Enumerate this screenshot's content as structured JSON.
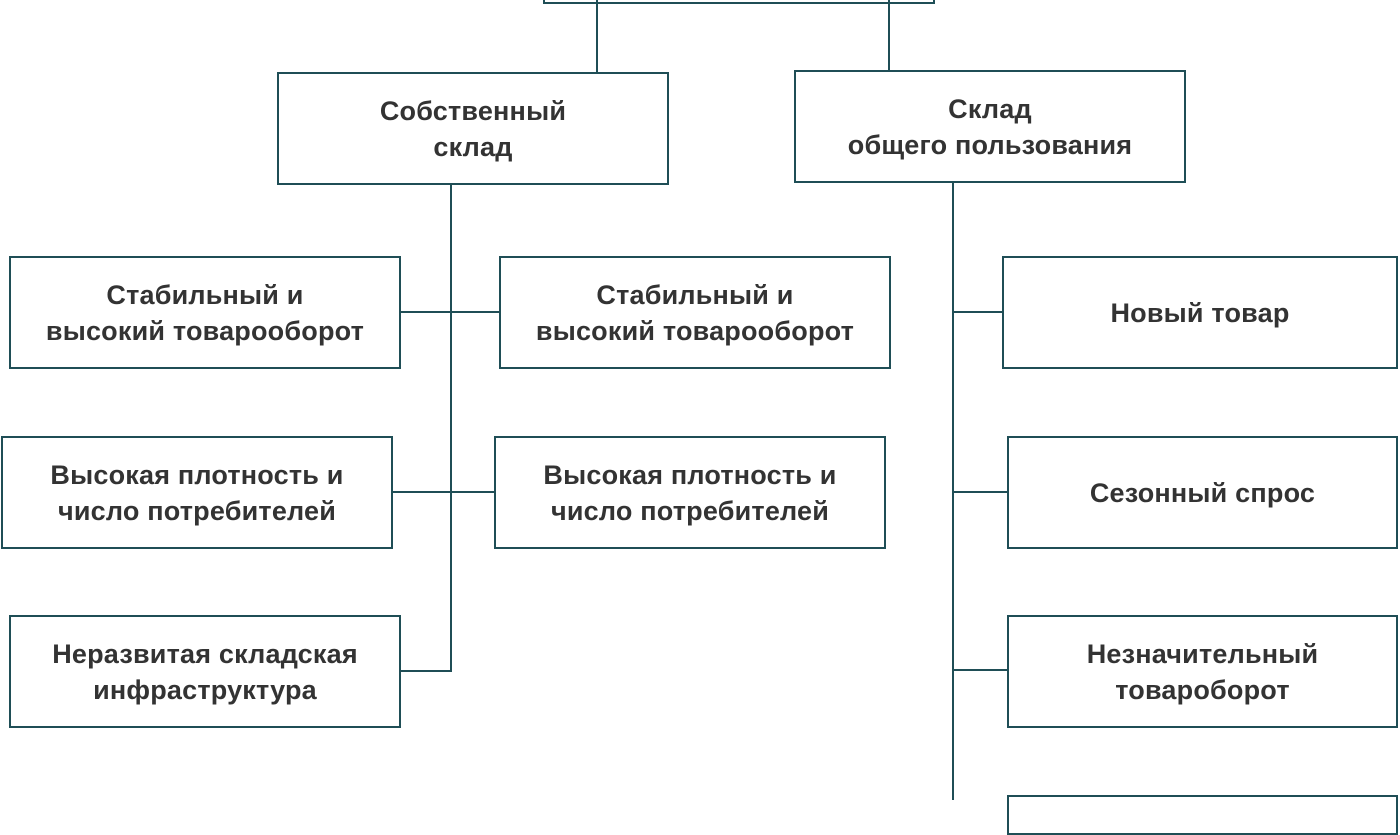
{
  "colors": {
    "line": "#1f4e56",
    "border": "#1f4e56",
    "text": "#333333",
    "background": "#ffffff"
  },
  "branches": {
    "own": {
      "title": "Собственный\nсклад",
      "conditions": [
        "Стабильный и\nвысокий товарооборот",
        "Стабильный и\nвысокий товарооборот",
        "Высокая плотность и\nчисло потребителей",
        "Высокая плотность и\nчисло потребителей",
        "Неразвитая складская\nинфраструктура"
      ]
    },
    "public": {
      "title": "Склад\nобщего пользования",
      "conditions": [
        "Новый товар",
        "Сезонный спрос",
        "Незначительный\nтоваробoрот"
      ]
    }
  }
}
